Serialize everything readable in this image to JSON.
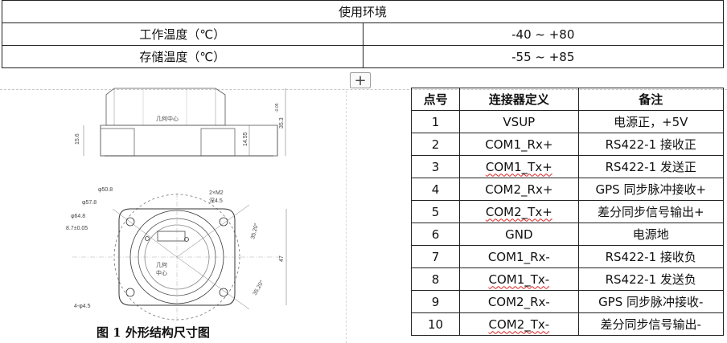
{
  "env_table": {
    "title": "使用环境",
    "rows": [
      {
        "label": "工作温度（℃）",
        "value": "-40 ~ +80"
      },
      {
        "label": "存储温度（℃）",
        "value": "-55 ~ +85"
      }
    ]
  },
  "add_button": {
    "icon": "plus-icon",
    "label": "+"
  },
  "figure": {
    "caption": "图 1 外形结构尺寸图",
    "side_view": {
      "center_label": "几何中心",
      "dims": {
        "left_height": "15.6",
        "inner_height": "14.55",
        "total_height": "35.3",
        "total_tol": "-0.05",
        "total_tol2": "0"
      }
    },
    "top_view": {
      "center_label_1": "几何",
      "center_label_2": "中心",
      "dims": {
        "d1": "φ50.8",
        "d2": "φ57.8",
        "d3": "φ64.8",
        "offset": "8.7±0.05",
        "screw": "2×M2",
        "screw_depth": "深4.5",
        "holes": "4-φ4.5",
        "angle1": "35.20°",
        "angle2": "35.20°",
        "width": "47"
      }
    }
  },
  "pin_table": {
    "headers": [
      "点号",
      "连接器定义",
      "备注"
    ],
    "rows": [
      {
        "pin": "1",
        "def": "VSUP",
        "note": "电源正，+5V"
      },
      {
        "pin": "2",
        "def": "COM1_Rx+",
        "note": "RS422-1 接收正"
      },
      {
        "pin": "3",
        "def": "COM1_Tx+",
        "note": "RS422-1 发送正"
      },
      {
        "pin": "4",
        "def": "COM2_Rx+",
        "note": "GPS 同步脉冲接收+"
      },
      {
        "pin": "5",
        "def": "COM2_Tx+",
        "note": "差分同步信号输出+"
      },
      {
        "pin": "6",
        "def": "GND",
        "note": "电源地"
      },
      {
        "pin": "7",
        "def": "COM1_Rx-",
        "note": "RS422-1 接收负"
      },
      {
        "pin": "8",
        "def": "COM1_Tx-",
        "note": "RS422-1 发送负"
      },
      {
        "pin": "9",
        "def": "COM2_Rx-",
        "note": "GPS 同步脉冲接收-"
      },
      {
        "pin": "10",
        "def": "COM2_Tx-",
        "note": "差分同步信号输出-"
      }
    ]
  }
}
